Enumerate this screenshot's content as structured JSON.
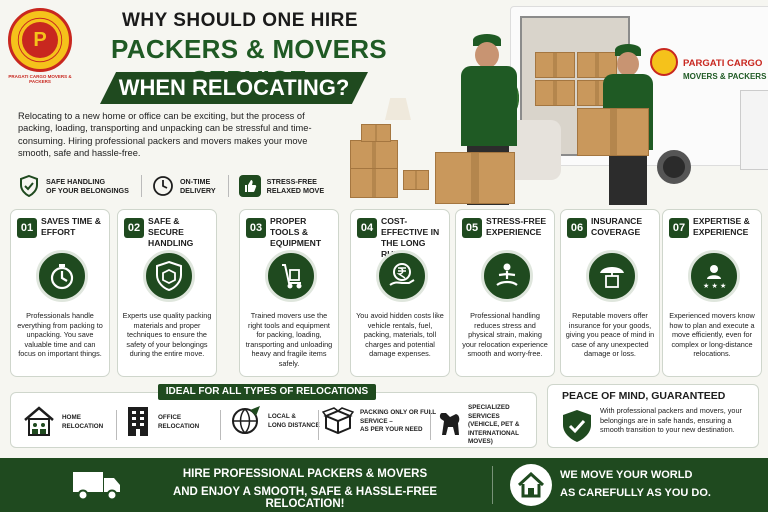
{
  "header": {
    "logo_text": "PRAGATI CARGO MOVERS & PACKERS",
    "logo_letter": "P",
    "title_line1": "WHY SHOULD ONE HIRE",
    "title_line2": "PACKERS & MOVERS SERVICE",
    "title_line3": "WHEN RELOCATING?"
  },
  "intro": "Relocating to a new home or office can be exciting, but the process of packing, loading, transporting and unpacking can be stressful and time-consuming. Hiring professional packers and movers makes your move smooth, safe and hassle-free.",
  "benefits": [
    {
      "icon": "shield-check-icon",
      "line1": "SAFE HANDLING",
      "line2": "OF YOUR BELONGINGS"
    },
    {
      "icon": "clock-icon",
      "line1": "ON-TIME",
      "line2": "DELIVERY"
    },
    {
      "icon": "thumbs-up-icon",
      "line1": "STRESS-FREE",
      "line2": "RELAXED MOVE"
    }
  ],
  "truck": {
    "name": "PARGATI CARGO",
    "sub": "MOVERS & PACKERS"
  },
  "cards": [
    {
      "num": "01",
      "title": "SAVES TIME & EFFORT",
      "icon": "stopwatch-icon",
      "desc": "Professionals handle everything from packing to unpacking. You save valuable time and can focus on important things."
    },
    {
      "num": "02",
      "title": "SAFE & SECURE HANDLING",
      "icon": "shield-box-icon",
      "desc": "Experts use quality packing materials and proper techniques to ensure the safety of your belongings during the entire move."
    },
    {
      "num": "03",
      "title": "PROPER TOOLS & EQUIPMENT",
      "icon": "hand-trolley-icon",
      "desc": "Trained movers use the right tools and equipment for packing, loading, transporting and unloading heavy and fragile items safely."
    },
    {
      "num": "04",
      "title": "COST-EFFECTIVE IN THE LONG RUN",
      "icon": "rupee-hand-icon",
      "desc": "You avoid hidden costs like vehicle rentals, fuel, packing, materials, toll charges and potential damage expenses."
    },
    {
      "num": "05",
      "title": "STRESS-FREE EXPERIENCE",
      "icon": "meditation-icon",
      "desc": "Professional handling reduces stress and physical strain, making your relocation experience smooth and worry-free."
    },
    {
      "num": "06",
      "title": "INSURANCE COVERAGE",
      "icon": "umbrella-box-icon",
      "desc": "Reputable movers offer insurance for your goods, giving you peace of mind in case of any unexpected damage or loss."
    },
    {
      "num": "07",
      "title": "EXPERTISE & EXPERIENCE",
      "icon": "expert-stars-icon",
      "desc": "Experienced movers know how to plan and execute a move efficiently, even for complex or long-distance relocations."
    }
  ],
  "relocations": {
    "title": "IDEAL FOR ALL TYPES OF RELOCATIONS",
    "items": [
      {
        "icon": "family-home-icon",
        "line1": "HOME",
        "line2": "RELOCATION"
      },
      {
        "icon": "office-building-icon",
        "line1": "OFFICE",
        "line2": "RELOCATION"
      },
      {
        "icon": "globe-plane-icon",
        "line1": "LOCAL &",
        "line2": "LONG DISTANCE"
      },
      {
        "icon": "open-box-icon",
        "line1": "PACKING ONLY OR FULL SERVICE –",
        "line2": "AS PER YOUR NEED"
      },
      {
        "icon": "dog-icon",
        "line1": "SPECIALIZED SERVICES",
        "line2": "(VEHICLE, PET & INTERNATIONAL MOVES)"
      }
    ]
  },
  "peace": {
    "title": "PEACE OF MIND, GUARANTEED",
    "desc": "With professional packers and movers, your belongings are in safe hands, ensuring a smooth transition to your new destination."
  },
  "footer": {
    "line1": "HIRE PROFESSIONAL PACKERS & MOVERS",
    "line2": "AND ENJOY A SMOOTH, SAFE & HASSLE-FREE RELOCATION!",
    "right1": "WE MOVE YOUR WORLD",
    "right2": "AS CAREFULLY AS YOU DO."
  },
  "colors": {
    "primary_green": "#1f4a1f",
    "accent_green": "#1f5a24",
    "logo_yellow": "#f5c21b",
    "logo_red": "#c8271f"
  }
}
